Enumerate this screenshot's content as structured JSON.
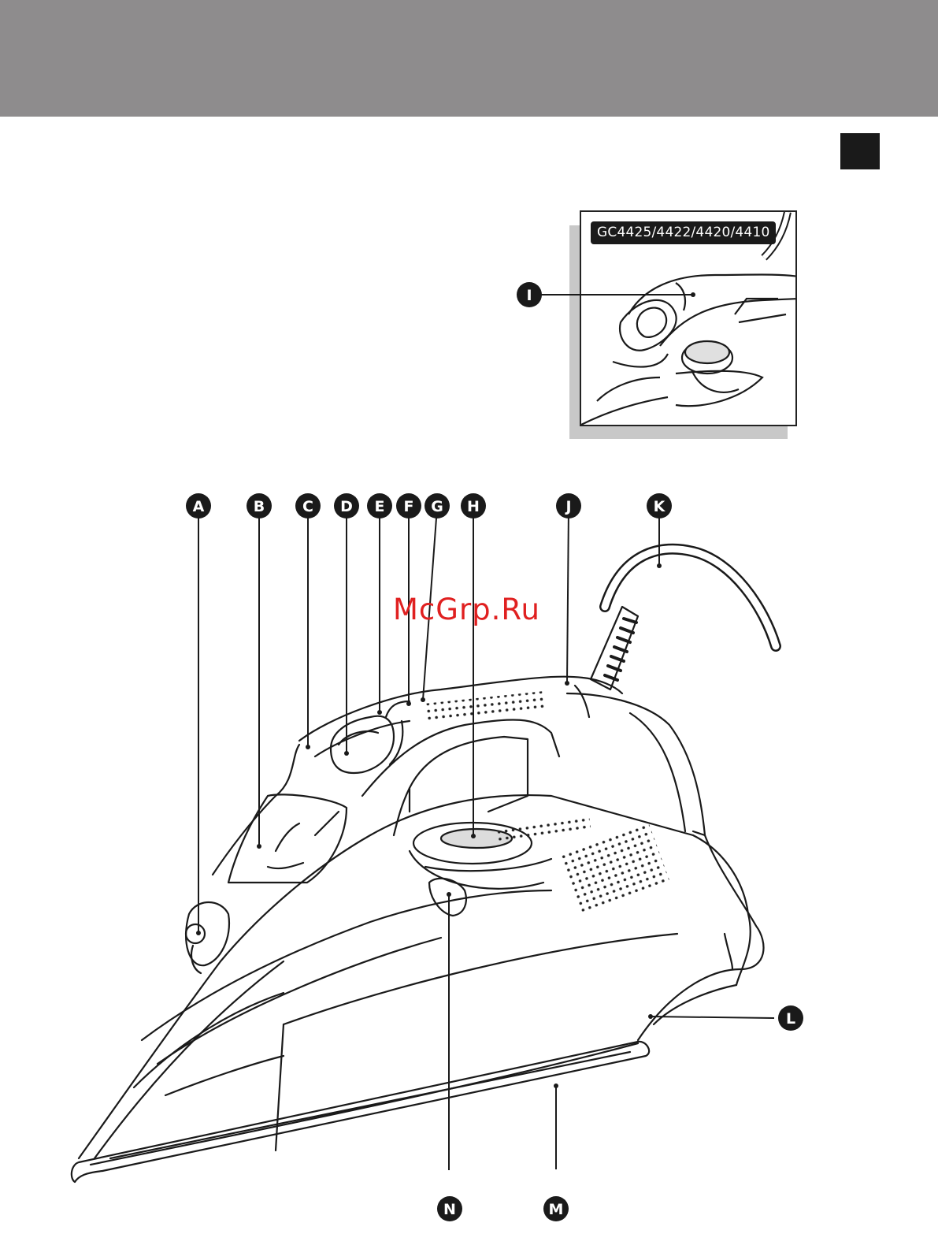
{
  "header": {
    "band_color": "#8e8c8d"
  },
  "inset": {
    "model_text": "GC4425/4422/4420/4410",
    "callout": "I"
  },
  "watermark": {
    "text": "McGrp.Ru",
    "color": "#e02020"
  },
  "callouts": {
    "a": "A",
    "b": "B",
    "c": "C",
    "d": "D",
    "e": "E",
    "f": "F",
    "g": "G",
    "h": "H",
    "j": "J",
    "k": "K",
    "l": "L",
    "m": "M",
    "n": "N"
  }
}
